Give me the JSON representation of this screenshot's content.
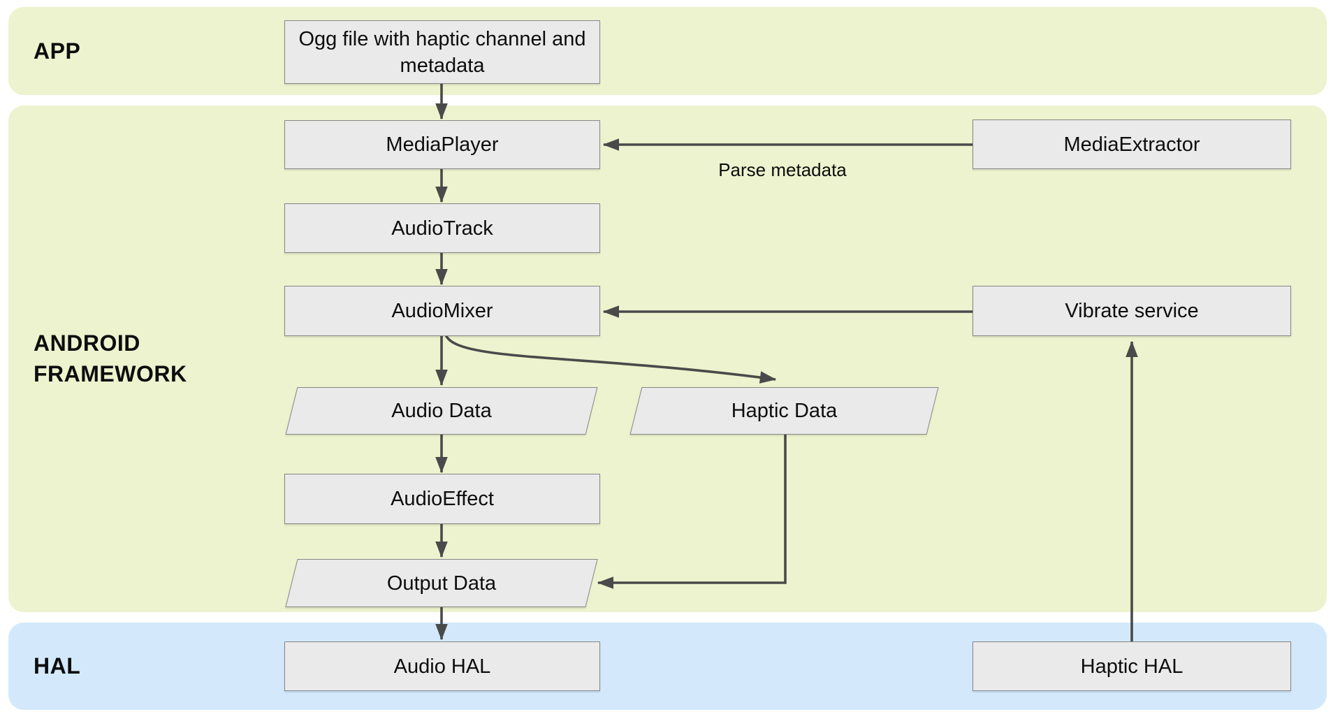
{
  "bands": {
    "app": {
      "label": "APP"
    },
    "framework": {
      "label": "ANDROID FRAMEWORK"
    },
    "hal": {
      "label": "HAL"
    }
  },
  "nodes": {
    "ogg_file": {
      "label": "Ogg file with haptic channel and metadata",
      "shape": "process"
    },
    "media_player": {
      "label": "MediaPlayer",
      "shape": "process"
    },
    "media_extractor": {
      "label": "MediaExtractor",
      "shape": "process"
    },
    "audio_track": {
      "label": "AudioTrack",
      "shape": "process"
    },
    "audio_mixer": {
      "label": "AudioMixer",
      "shape": "process"
    },
    "vibrate_service": {
      "label": "Vibrate service",
      "shape": "process"
    },
    "audio_data": {
      "label": "Audio Data",
      "shape": "data"
    },
    "haptic_data": {
      "label": "Haptic Data",
      "shape": "data"
    },
    "audio_effect": {
      "label": "AudioEffect",
      "shape": "process"
    },
    "output_data": {
      "label": "Output Data",
      "shape": "data"
    },
    "audio_hal": {
      "label": "Audio HAL",
      "shape": "process"
    },
    "haptic_hal": {
      "label": "Haptic HAL",
      "shape": "process"
    }
  },
  "edge_labels": {
    "parse_metadata": "Parse metadata"
  },
  "edges": [
    {
      "from": "ogg_file",
      "to": "media_player"
    },
    {
      "from": "media_extractor",
      "to": "media_player",
      "label": "Parse metadata"
    },
    {
      "from": "media_player",
      "to": "audio_track"
    },
    {
      "from": "audio_track",
      "to": "audio_mixer"
    },
    {
      "from": "vibrate_service",
      "to": "audio_mixer"
    },
    {
      "from": "audio_mixer",
      "to": "audio_data"
    },
    {
      "from": "audio_mixer",
      "to": "haptic_data"
    },
    {
      "from": "audio_data",
      "to": "audio_effect"
    },
    {
      "from": "audio_effect",
      "to": "output_data"
    },
    {
      "from": "haptic_data",
      "to": "output_data"
    },
    {
      "from": "output_data",
      "to": "audio_hal"
    },
    {
      "from": "haptic_hal",
      "to": "vibrate_service"
    }
  ],
  "colors": {
    "band-green": "#ecf3ce",
    "band-blue": "#d3e9fb",
    "node-fill": "#eaeaea",
    "node-border": "#868686",
    "edge": "#4a4a4a",
    "text": "#0d0d0d"
  }
}
